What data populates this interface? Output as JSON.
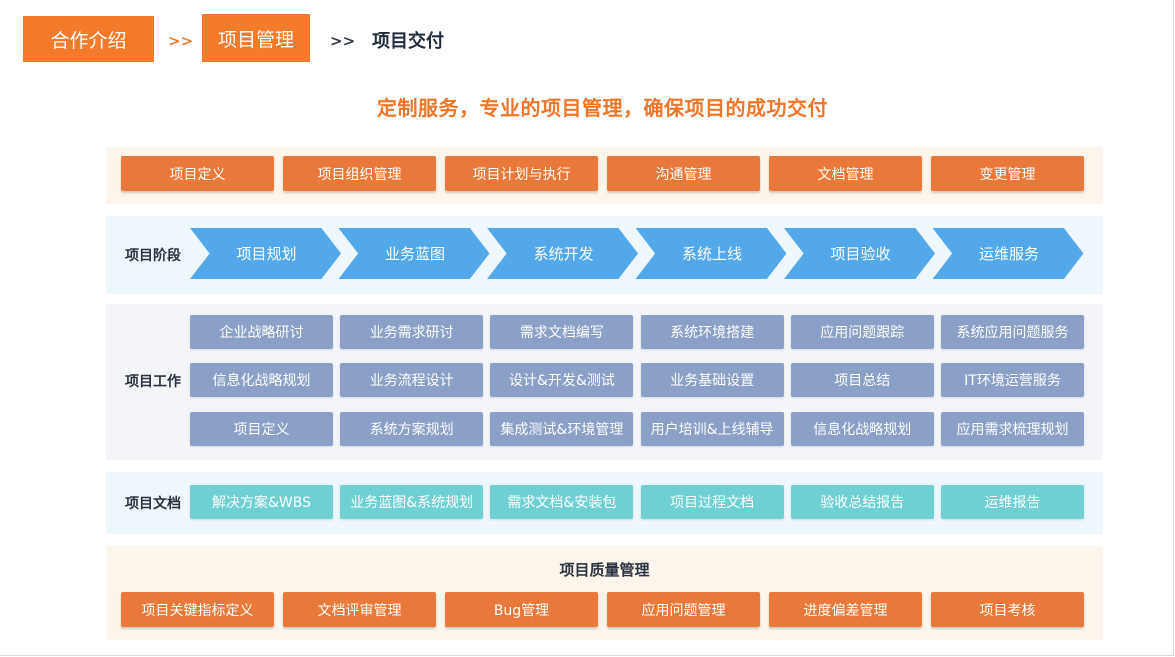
{
  "breadcrumb": {
    "items": [
      "合作介绍",
      "项目管理"
    ],
    "separator": ">>",
    "current": "项目交付"
  },
  "headline": "定制服务，专业的项目管理，确保项目的成功交付",
  "management_areas": [
    "项目定义",
    "项目组织管理",
    "项目计划与执行",
    "沟通管理",
    "文档管理",
    "变更管理"
  ],
  "stages": {
    "label": "项目阶段",
    "items": [
      "项目规划",
      "业务蓝图",
      "系统开发",
      "系统上线",
      "项目验收",
      "运维服务"
    ]
  },
  "work": {
    "label": "项目工作",
    "rows": [
      [
        "企业战略研讨",
        "业务需求研讨",
        "需求文档编写",
        "系统环境搭建",
        "应用问题跟踪",
        "系统应用问题服务"
      ],
      [
        "信息化战略规划",
        "业务流程设计",
        "设计&开发&测试",
        "业务基础设置",
        "项目总结",
        "IT环境运营服务"
      ],
      [
        "项目定义",
        "系统方案规划",
        "集成测试&环境管理",
        "用户培训&上线辅导",
        "信息化战略规划",
        "应用需求梳理规划"
      ]
    ]
  },
  "docs": {
    "label": "项目文档",
    "items": [
      "解决方案&WBS",
      "业务蓝图&系统规划",
      "需求文档&安装包",
      "项目过程文档",
      "验收总结报告",
      "运维报告"
    ]
  },
  "quality": {
    "title": "项目质量管理",
    "items": [
      "项目关键指标定义",
      "文档评审管理",
      "Bug管理",
      "应用问题管理",
      "进度偏差管理",
      "项目考核"
    ]
  },
  "colors": {
    "accent_orange": "#f47a2c",
    "box_orange": "#e8793a",
    "stage_blue": "#52a8e8",
    "work_slate": "#8aa0c6",
    "doc_teal": "#6fd0d4",
    "headline_orange": "#f0762a"
  }
}
